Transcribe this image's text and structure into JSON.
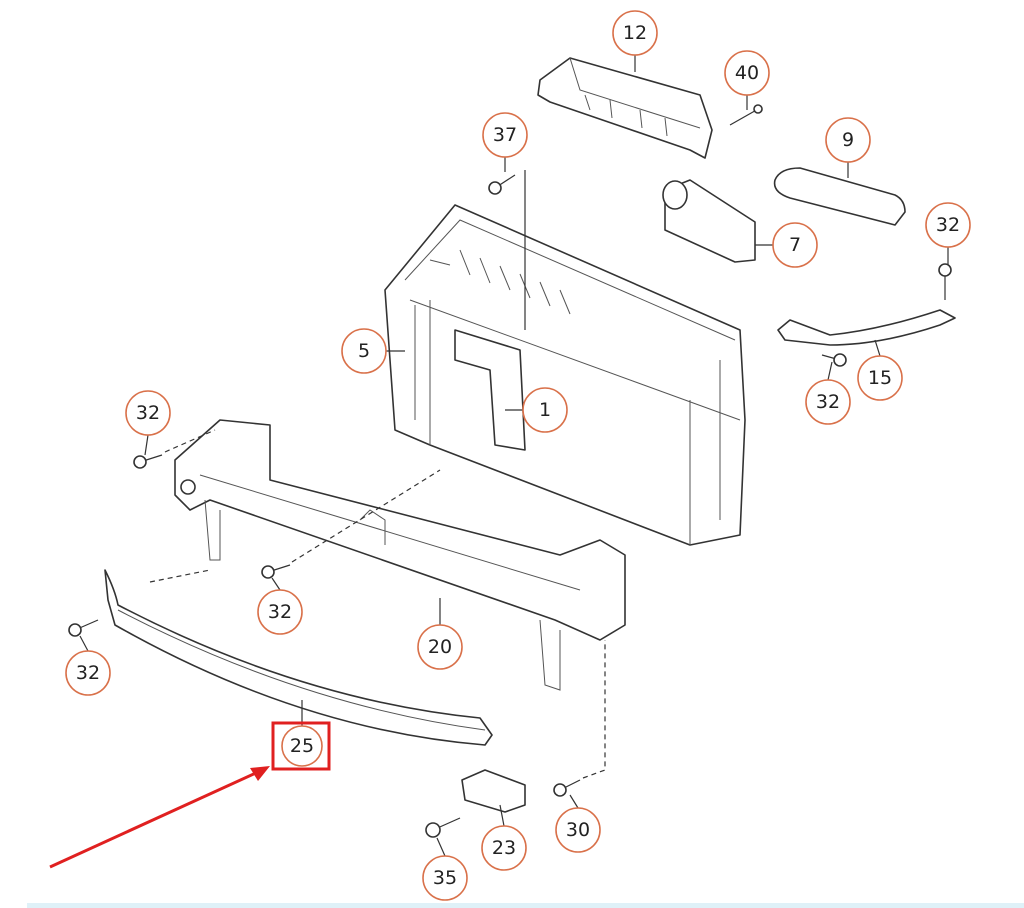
{
  "diagram": {
    "callouts": [
      {
        "id": "c12",
        "label": "12"
      },
      {
        "id": "c40",
        "label": "40"
      },
      {
        "id": "c37",
        "label": "37"
      },
      {
        "id": "c9",
        "label": "9"
      },
      {
        "id": "c32a",
        "label": "32"
      },
      {
        "id": "c7",
        "label": "7"
      },
      {
        "id": "c5",
        "label": "5"
      },
      {
        "id": "c1",
        "label": "1"
      },
      {
        "id": "c15",
        "label": "15"
      },
      {
        "id": "c32b",
        "label": "32"
      },
      {
        "id": "c32c",
        "label": "32"
      },
      {
        "id": "c32d",
        "label": "32"
      },
      {
        "id": "c20",
        "label": "20"
      },
      {
        "id": "c32e",
        "label": "32"
      },
      {
        "id": "c23",
        "label": "23"
      },
      {
        "id": "c30",
        "label": "30"
      },
      {
        "id": "c35",
        "label": "35"
      }
    ],
    "highlighted": {
      "label": "25",
      "color": "#e02020"
    },
    "callout_color": "#d9714a"
  }
}
